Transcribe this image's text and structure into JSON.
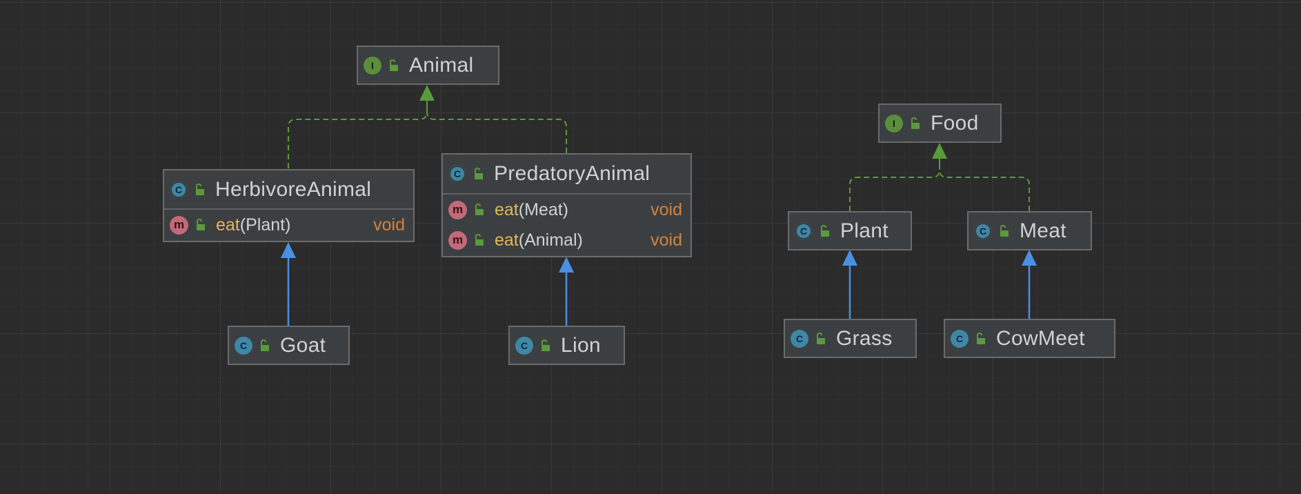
{
  "diagram": {
    "nodes": [
      {
        "id": "animal",
        "kind": "interface",
        "kind_label": "I",
        "name": "Animal",
        "members": []
      },
      {
        "id": "herbivore",
        "kind": "abstract-class",
        "kind_label": "C",
        "name": "HerbivoreAnimal",
        "members": [
          {
            "kind_label": "m",
            "name": "eat",
            "params": "(Plant)",
            "type": "void"
          }
        ]
      },
      {
        "id": "predatory",
        "kind": "abstract-class",
        "kind_label": "C",
        "name": "PredatoryAnimal",
        "members": [
          {
            "kind_label": "m",
            "name": "eat",
            "params": "(Meat)",
            "type": "void"
          },
          {
            "kind_label": "m",
            "name": "eat",
            "params": "(Animal)",
            "type": "void"
          }
        ]
      },
      {
        "id": "goat",
        "kind": "class",
        "kind_label": "C",
        "name": "Goat",
        "members": []
      },
      {
        "id": "lion",
        "kind": "class",
        "kind_label": "C",
        "name": "Lion",
        "members": []
      },
      {
        "id": "food",
        "kind": "interface",
        "kind_label": "I",
        "name": "Food",
        "members": []
      },
      {
        "id": "plant",
        "kind": "abstract-class",
        "kind_label": "C",
        "name": "Plant",
        "members": []
      },
      {
        "id": "meat",
        "kind": "abstract-class",
        "kind_label": "C",
        "name": "Meat",
        "members": []
      },
      {
        "id": "grass",
        "kind": "class",
        "kind_label": "C",
        "name": "Grass",
        "members": []
      },
      {
        "id": "cowmeet",
        "kind": "class",
        "kind_label": "C",
        "name": "CowMeet",
        "members": []
      }
    ],
    "edges": [
      {
        "from": "herbivore",
        "to": "animal",
        "type": "implements"
      },
      {
        "from": "predatory",
        "to": "animal",
        "type": "implements"
      },
      {
        "from": "plant",
        "to": "food",
        "type": "implements"
      },
      {
        "from": "meat",
        "to": "food",
        "type": "implements"
      },
      {
        "from": "goat",
        "to": "herbivore",
        "type": "extends"
      },
      {
        "from": "lion",
        "to": "predatory",
        "type": "extends"
      },
      {
        "from": "grass",
        "to": "plant",
        "type": "extends"
      },
      {
        "from": "cowmeet",
        "to": "meat",
        "type": "extends"
      }
    ],
    "colors": {
      "background": "#2b2b2b",
      "node_fill": "#3c3f41",
      "node_border": "#6b6b6b",
      "implements_edge": "#5b9a3c",
      "extends_edge": "#4a90e2",
      "method_name": "#e4b757",
      "return_type": "#d3823f"
    }
  }
}
